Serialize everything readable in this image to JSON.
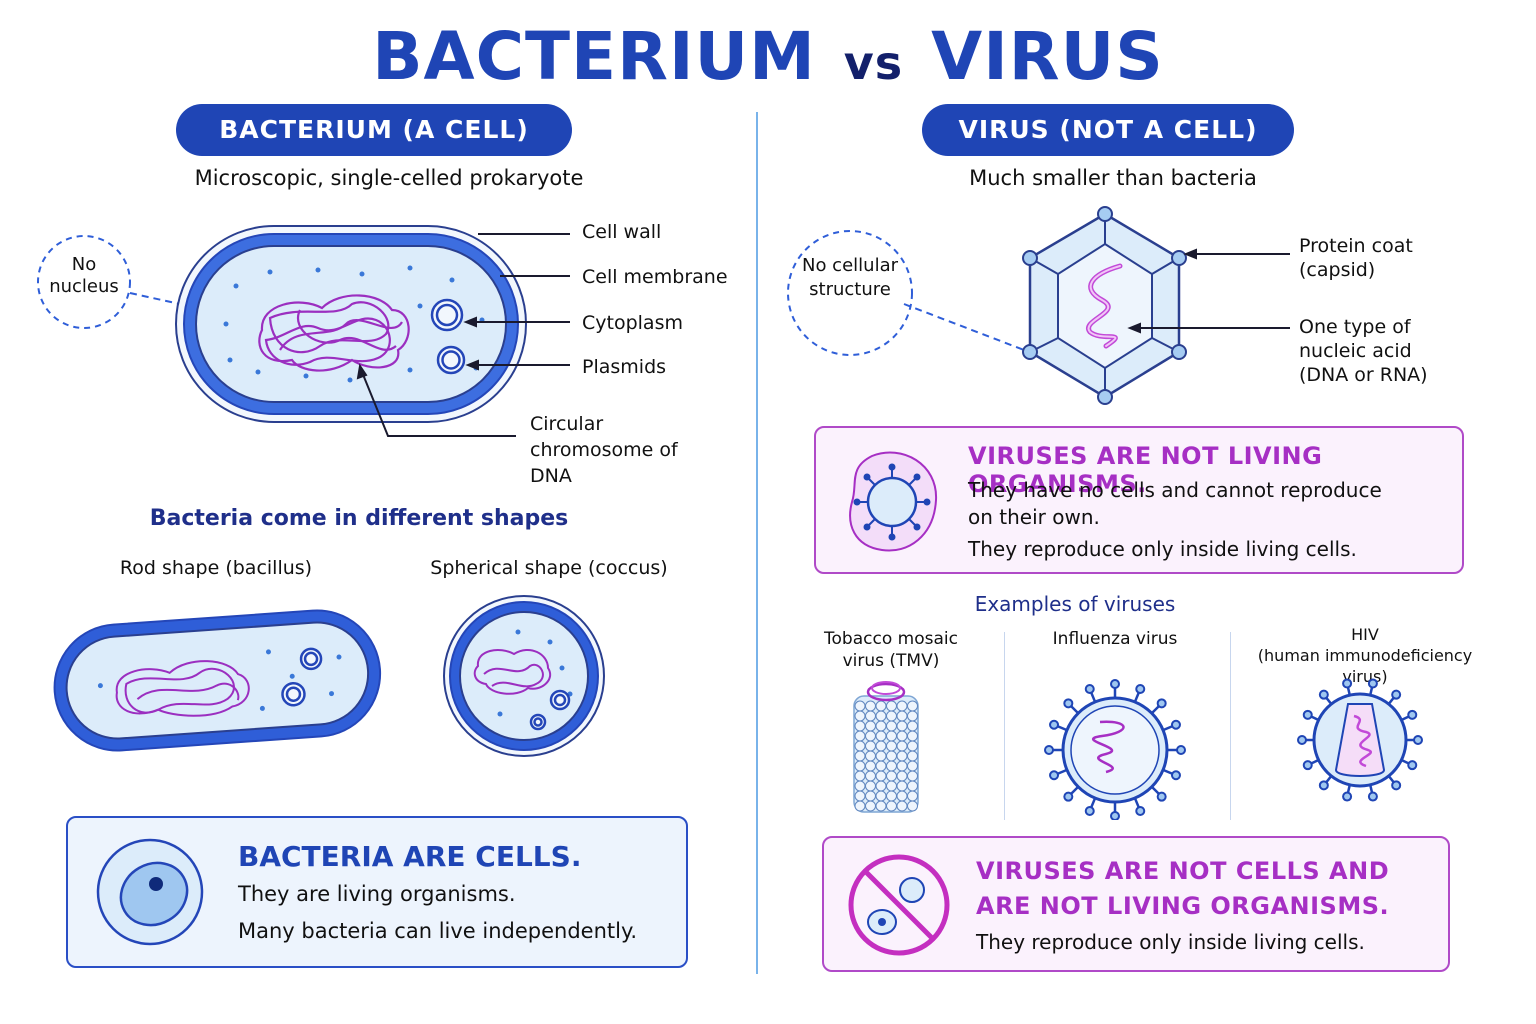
{
  "title": {
    "left": "BACTERIUM",
    "vs": "vs",
    "right": "VIRUS"
  },
  "bacterium": {
    "header": "BACTERIUM (A CELL)",
    "subtitle": "Microscopic, single-celled prokaryote",
    "callout": "No nucleus",
    "labels": {
      "cell_wall": "Cell wall",
      "cell_membrane": "Cell membrane",
      "cytoplasm": "Cytoplasm",
      "plasmids": "Plasmids",
      "chromosome": "Circular chromosome of DNA"
    },
    "shapes_heading": "Bacteria come in different shapes",
    "rod_caption": "Rod shape (bacillus)",
    "sphere_caption": "Spherical shape (coccus)",
    "summary": {
      "heading": "BACTERIA ARE CELLS.",
      "line1": "They are living organisms.",
      "line2": "Many bacteria can live independently."
    }
  },
  "virus": {
    "header": "VIRUS (NOT A CELL)",
    "subtitle": "Much smaller than bacteria",
    "callout": "No cellular structure",
    "labels": {
      "protein_coat": "Protein coat (capsid)",
      "nucleic_acid": "One type of nucleic acid (DNA or RNA)"
    },
    "notice": {
      "heading": "VIRUSES ARE NOT LIVING ORGANISMS.",
      "line1": "They have no cells and cannot reproduce on their own.",
      "line2": "They reproduce only inside living cells."
    },
    "examples_heading": "Examples of viruses",
    "examples": [
      {
        "name": "Tobacco mosaic virus (TMV)"
      },
      {
        "name": "Influenza virus"
      },
      {
        "name": "HIV",
        "detail": "(human immunodeficiency virus)"
      }
    ],
    "summary": {
      "heading": "VIRUSES ARE  NOT CELLS AND ARE NOT LIVING ORGANISMS.",
      "line1": "They reproduce only inside living cells."
    }
  },
  "colors": {
    "primary_blue": "#1f45b5",
    "membrane_blue": "#2f5ed8",
    "cytoplasm_fill": "#dcecfa",
    "dna_purple": "#9b2fc0",
    "notice_border": "#b04ac8"
  }
}
